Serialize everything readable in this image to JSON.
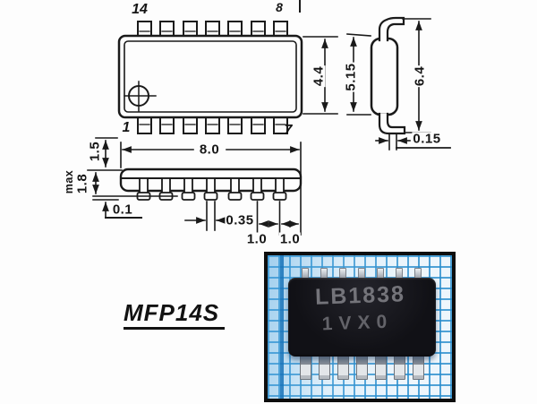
{
  "colors": {
    "ink": "#1a1a1a",
    "background": "#fdfdfd"
  },
  "drawing": {
    "pin_labels": {
      "top_left": "14",
      "top_right": "8",
      "bottom_left": "1",
      "bottom_right": "7"
    },
    "dims": {
      "top_view_width": "4.4",
      "side_body_height": "5.15",
      "side_overall_height": "6.4",
      "lead_thickness": "0.15",
      "body_length": "8.0",
      "lead_top_height": "1.5",
      "max_qualifier": "max",
      "body_max_thickness": "1.8",
      "standoff": "0.1",
      "lead_width": "0.35",
      "lead_pitch_a": "1.0",
      "lead_pitch_b": "1.0"
    },
    "package_name": "MFP14S"
  },
  "photo": {
    "marking_line1": "LB1838",
    "marking_line2": "1VX0",
    "colors": {
      "grid_blue": "#268ccd",
      "paper": "#eef6fc",
      "chip_body": "#141419",
      "marking_gray": "#707076"
    }
  }
}
